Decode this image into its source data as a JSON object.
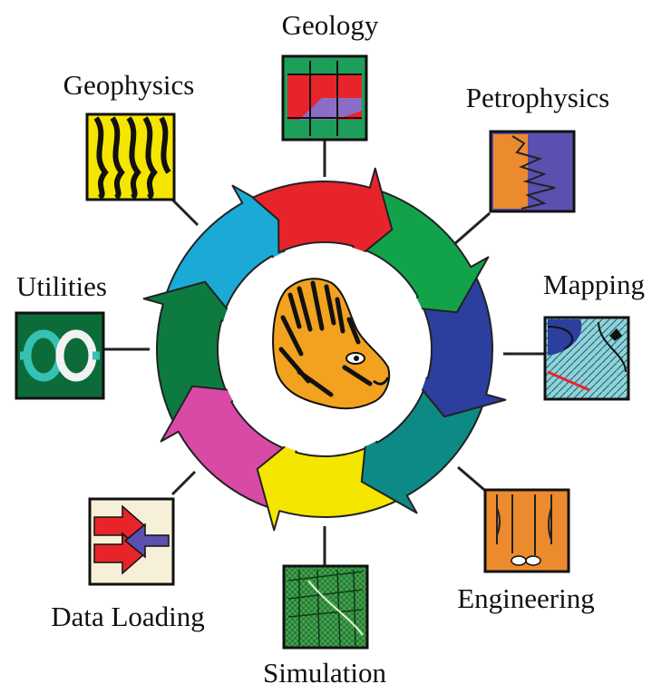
{
  "modules": [
    {
      "id": "geology",
      "label": "Geology"
    },
    {
      "id": "petrophysics",
      "label": "Petrophysics"
    },
    {
      "id": "mapping",
      "label": "Mapping"
    },
    {
      "id": "engineering",
      "label": "Engineering"
    },
    {
      "id": "simulation",
      "label": "Simulation"
    },
    {
      "id": "data-loading",
      "label": "Data Loading"
    },
    {
      "id": "utilities",
      "label": "Utilities"
    },
    {
      "id": "geophysics",
      "label": "Geophysics"
    }
  ],
  "colors": {
    "geology_arrow": "#e8242b",
    "petrophysics_arrow": "#12a34a",
    "mapping_arrow": "#2c3e9e",
    "engineering_arrow": "#0e8a86",
    "simulation_arrow": "#f5e600",
    "data_loading_arrow": "#d94aa6",
    "utilities_arrow": "#0d7a40",
    "geophysics_arrow": "#1ba9d6",
    "outline": "#222222"
  },
  "center_icon": "tiger-head-logo"
}
